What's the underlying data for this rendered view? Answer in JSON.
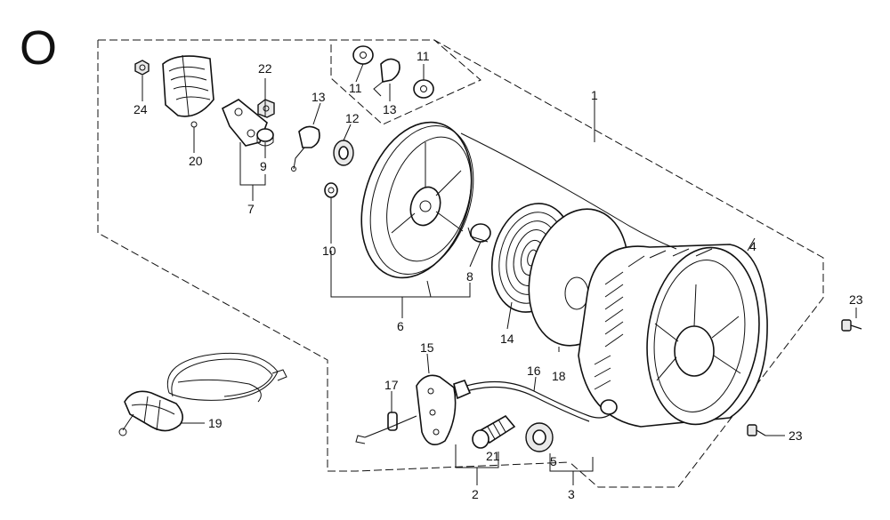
{
  "diagram": {
    "corner_letter": "O",
    "callouts": {
      "p1": "1",
      "p2": "2",
      "p3": "3",
      "p4": "4",
      "p5": "5",
      "p6": "6",
      "p7": "7",
      "p8": "8",
      "p9": "9",
      "p10": "10",
      "p11a": "11",
      "p11b": "11",
      "p12": "12",
      "p13a": "13",
      "p13b": "13",
      "p14": "14",
      "p15": "15",
      "p16": "16",
      "p17": "17",
      "p18": "18",
      "p19": "19",
      "p20": "20",
      "p21": "21",
      "p22": "22",
      "p23a": "23",
      "p23b": "23",
      "p24": "24"
    }
  }
}
